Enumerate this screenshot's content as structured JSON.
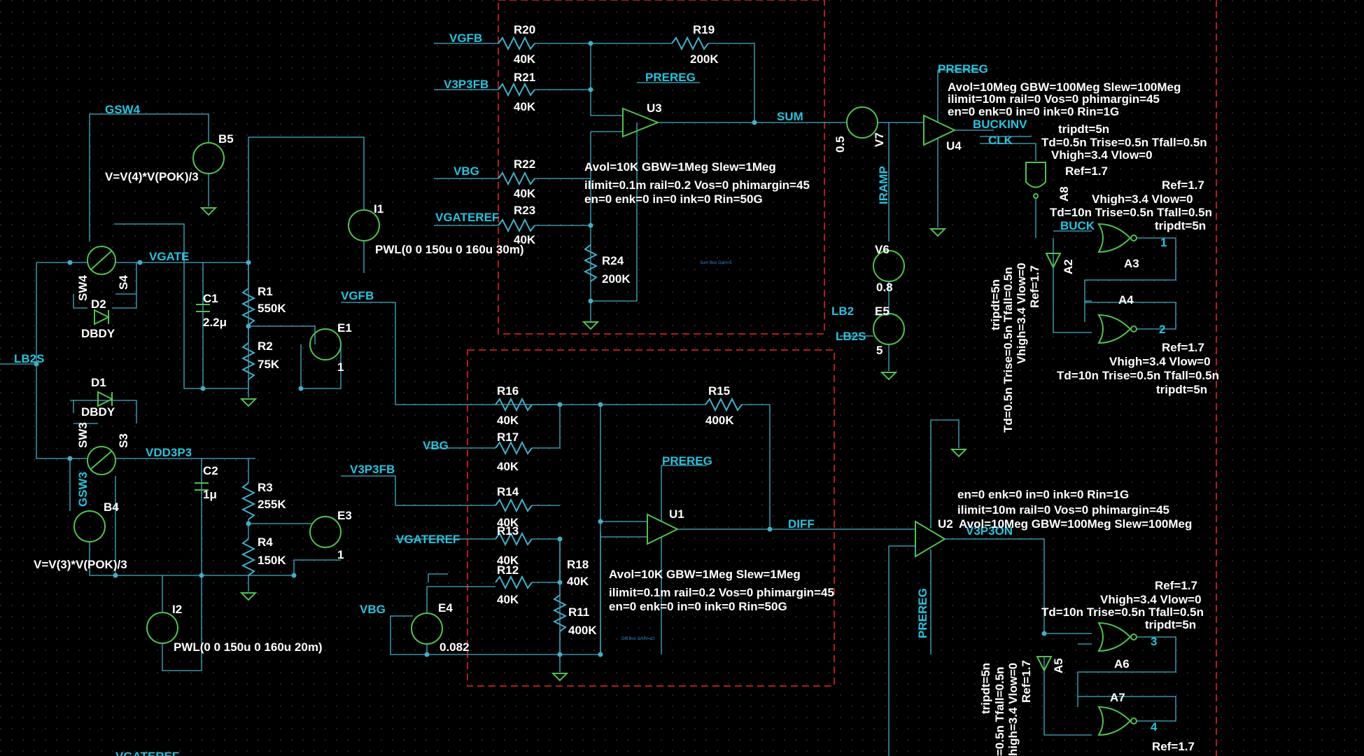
{
  "schematic": {
    "nets": {
      "vgfb_top": "VGFB",
      "v3p3fb_top": "V3P3FB",
      "vbg_top": "VBG",
      "vgateref_top": "VGATEREF",
      "prereg_u3": "PREREG",
      "sum": "SUM",
      "prereg_u4": "PREREG",
      "buckinv": "BUCKINV",
      "clk": "CLK",
      "iramp": "IRAMP",
      "gsw4": "GSW4",
      "vgate": "VGATE",
      "vgfb_e1": "VGFB",
      "lb2s_left": "LB2S",
      "lb2": "LB2",
      "lb2s_e5": "LB2S",
      "buck": "BUCK",
      "vdd3p3": "VDD3P3",
      "gsw3": "GSW3",
      "v3p3fb_e3": "V3P3FB",
      "vbg_r17": "VBG",
      "vgateref_r13": "VGATEREF",
      "vbg_e4": "VBG",
      "prereg_u1": "PREREG",
      "diff": "DIFF",
      "v3p3on": "V3P3ON",
      "prereg_vert": "PREREG",
      "vgateref_bottom": "VGATEREF"
    },
    "components": {
      "r20": {
        "ref": "R20",
        "value": "40K"
      },
      "r19": {
        "ref": "R19",
        "value": "200K"
      },
      "r21": {
        "ref": "R21",
        "value": "40K"
      },
      "r22": {
        "ref": "R22",
        "value": "40K"
      },
      "r23": {
        "ref": "R23",
        "value": "40K"
      },
      "r24": {
        "ref": "R24",
        "value": "200K"
      },
      "r1": {
        "ref": "R1",
        "value": "550K"
      },
      "r2": {
        "ref": "R2",
        "value": "75K"
      },
      "r3": {
        "ref": "R3",
        "value": "255K"
      },
      "r4": {
        "ref": "R4",
        "value": "150K"
      },
      "r16": {
        "ref": "R16",
        "value": "40K"
      },
      "r15": {
        "ref": "R15",
        "value": "400K"
      },
      "r17": {
        "ref": "R17",
        "value": "40K"
      },
      "r14": {
        "ref": "R14",
        "value": "40K"
      },
      "r13": {
        "ref": "R13",
        "value": "40K"
      },
      "r12": {
        "ref": "R12",
        "value": "40K"
      },
      "r18": {
        "ref": "R18",
        "value": "40K"
      },
      "r11": {
        "ref": "R11",
        "value": "400K"
      },
      "c1": {
        "ref": "C1",
        "value": "2.2μ"
      },
      "c2": {
        "ref": "C2",
        "value": "1μ"
      },
      "u3": {
        "ref": "U3"
      },
      "u4": {
        "ref": "U4"
      },
      "u1": {
        "ref": "U1"
      },
      "u2": {
        "ref": "U2"
      },
      "b5": {
        "ref": "B5",
        "value": "V=V(4)*V(POK)/3"
      },
      "b4": {
        "ref": "B4",
        "value": "V=V(3)*V(POK)/3"
      },
      "i1": {
        "ref": "I1",
        "value": "PWL(0 0 150u 0 160u 30m)"
      },
      "i2": {
        "ref": "I2",
        "value": "PWL(0 0 150u 0 160u 20m)"
      },
      "e1": {
        "ref": "E1",
        "value": "1"
      },
      "e3": {
        "ref": "E3",
        "value": "1"
      },
      "e4": {
        "ref": "E4",
        "value": "0.082"
      },
      "e5": {
        "ref": "E5",
        "value": "5"
      },
      "v7": {
        "ref": "V7",
        "value": "0.5"
      },
      "v6": {
        "ref": "V6",
        "value": "0.8"
      },
      "sw4": {
        "ref": "SW4"
      },
      "s4": {
        "ref": "S4"
      },
      "sw3": {
        "ref": "SW3"
      },
      "s3": {
        "ref": "S3"
      },
      "d2": {
        "ref": "D2",
        "value": "DBDY"
      },
      "d1": {
        "ref": "D1",
        "value": "DBDY"
      },
      "a8": {
        "ref": "A8"
      },
      "a2": {
        "ref": "A2"
      },
      "a3": {
        "ref": "A3"
      },
      "a4": {
        "ref": "A4"
      },
      "a5": {
        "ref": "A5"
      },
      "a6": {
        "ref": "A6"
      },
      "a7": {
        "ref": "A7"
      }
    },
    "params": {
      "u3_1": "Avol=10K GBW=1Meg Slew=1Meg",
      "u3_2": "ilimit=0.1m rail=0.2 Vos=0 phimargin=45",
      "u3_3": "en=0 enk=0 in=0 ink=0 Rin=50G",
      "u1_1": "Avol=10K GBW=1Meg Slew=1Meg",
      "u1_2": "ilimit=0.1m rail=0.2 Vos=0 phimargin=45",
      "u1_3": "en=0 enk=0 in=0 ink=0 Rin=50G",
      "u4_1": "Avol=10Meg GBW=100Meg Slew=100Meg",
      "u4_2": "ilimit=10m rail=0 Vos=0 phimargin=45",
      "u4_3": "en=0 enk=0 in=0 ink=0 Rin=1G",
      "u2_1": "en=0 enk=0 in=0 ink=0 Rin=1G",
      "u2_2": "ilimit=10m rail=0 Vos=0 phimargin=45",
      "u2_3": "Avol=10Meg GBW=100Meg Slew=100Meg",
      "a8_1": "tripdt=5n",
      "a8_2": "Td=0.5n Trise=0.5n Tfall=0.5n",
      "a8_3": "Vhigh=3.4 Vlow=0",
      "a8_4": "Ref=1.7",
      "a3_1": "Ref=1.7",
      "a3_2": "Vhigh=3.4 Vlow=0",
      "a3_3": "Td=10n Trise=0.5n Tfall=0.5n",
      "a3_4": "tripdt=5n",
      "a3_pin": "1",
      "a4_pin": "2",
      "a4_1": "Ref=1.7",
      "a4_2": "Vhigh=3.4 Vlow=0",
      "a4_3": "Td=10n Trise=0.5n Tfall=0.5n",
      "a4_4": "tripdt=5n",
      "a2_1": "tripdt=5n",
      "a2_2": "Td=0.5n Trise=0.5n Tfall=0.5n",
      "a2_3": "Vhigh=3.4 Vlow=0",
      "a2_4": "Ref=1.7",
      "a6_1": "Ref=1.7",
      "a6_2": "Vhigh=3.4 Vlow=0",
      "a6_3": "Td=10n Trise=0.5n Tfall=0.5n",
      "a6_4": "tripdt=5n",
      "a6_pin": "3",
      "a7_pin": "4",
      "a7_1": "Ref=1.7",
      "a5_1": "tripdt=5n",
      "a5_2": "=0.5n Tfall=0.5n",
      "a5_3": "high=3.4 Vlow=0",
      "a5_4": "Ref=1.7"
    },
    "comments": {
      "sum_box": "Sum Box Gain=5",
      "diff_box": "Diff Box GAIN=10"
    }
  }
}
